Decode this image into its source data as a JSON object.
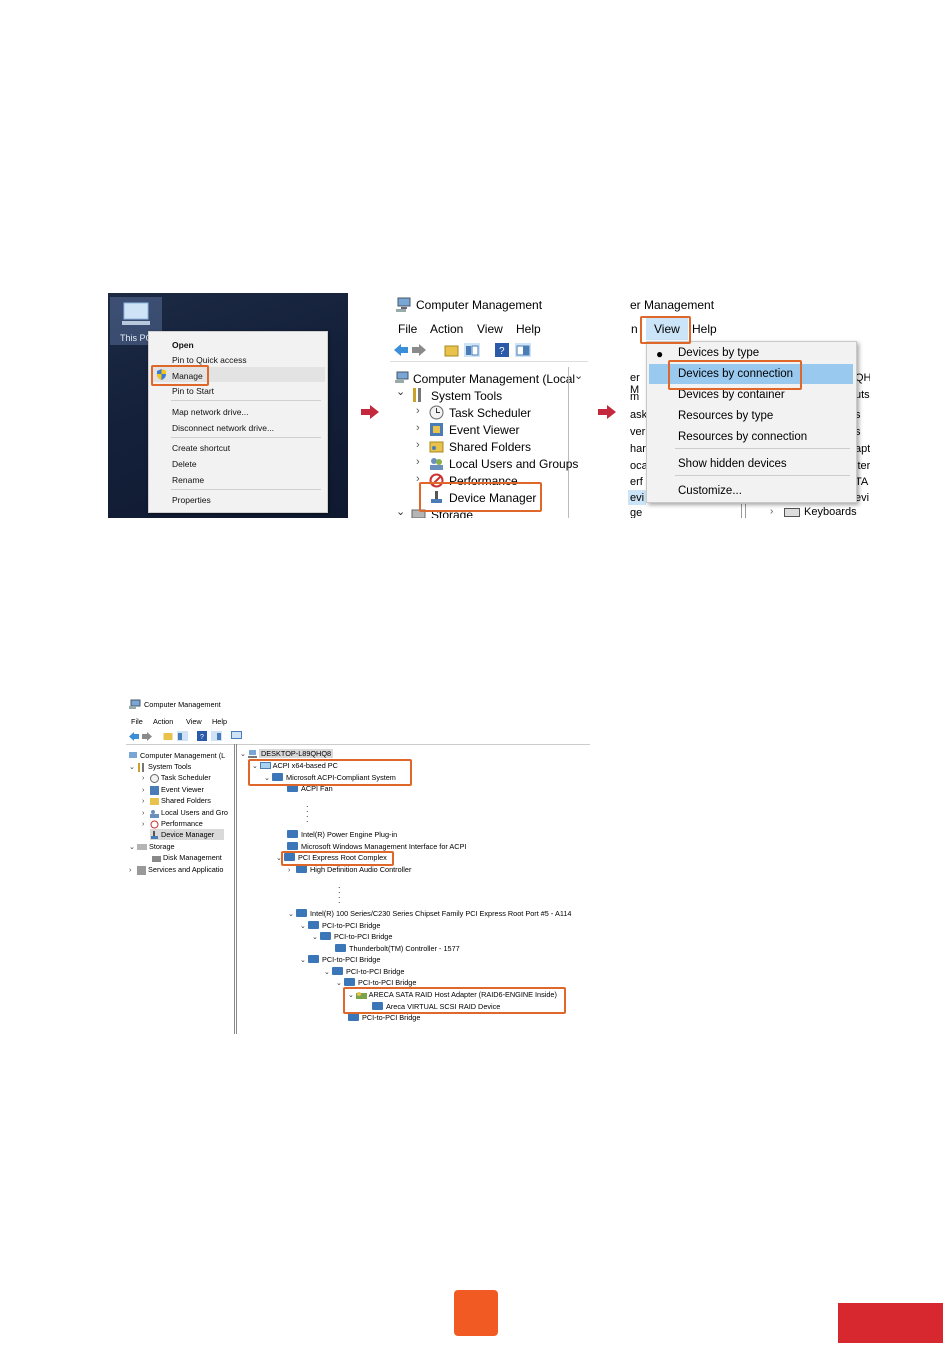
{
  "colors": {
    "highlight": "#e0672a",
    "arrow": "#c3283c",
    "orange_block": "#f15a22",
    "red_block": "#d7282f",
    "selection": "#99c9ef"
  },
  "panel1": {
    "pc_label": "This PC",
    "menu": {
      "items": [
        "Open",
        "Pin to Quick access",
        "Manage",
        "Pin to Start",
        "Map network drive...",
        "Disconnect network drive...",
        "Create shortcut",
        "Delete",
        "Rename",
        "Properties"
      ]
    }
  },
  "panel2": {
    "title": "Computer Management",
    "menubar": [
      "File",
      "Action",
      "View",
      "Help"
    ],
    "tree": {
      "root": "Computer Management (Local",
      "system_tools": "System Tools",
      "items": [
        "Task Scheduler",
        "Event Viewer",
        "Shared Folders",
        "Local Users and Groups",
        "Performance",
        "Device Manager"
      ],
      "storage": "Storage"
    }
  },
  "panel3": {
    "title": "er Management",
    "menubar": {
      "left": "n",
      "view": "View",
      "help": "Help"
    },
    "dropdown": [
      "Devices by type",
      "Devices by connection",
      "Devices by container",
      "Resources by type",
      "Resources by connection",
      "Show hidden devices",
      "Customize..."
    ],
    "behind_left": [
      "er M",
      "m",
      "ask",
      "ver",
      "har",
      "oca",
      "erf",
      "evi",
      "ge"
    ],
    "behind_right": [
      "QH",
      "uts",
      "s",
      "s",
      "apt",
      "iter",
      "TA",
      "evi"
    ],
    "keyboards": "Keyboards"
  },
  "panel4": {
    "title": "Computer Management",
    "menubar": [
      "File",
      "Action",
      "View",
      "Help"
    ],
    "left_tree": [
      "Computer Management (L",
      "System Tools",
      "Task Scheduler",
      "Event Viewer",
      "Shared Folders",
      "Local Users and Gro",
      "Performance",
      "Device Manager",
      "Storage",
      "Disk Management",
      "Services and Applicatio"
    ],
    "right_tree": {
      "desktop": "DESKTOP-L89QHQ8",
      "acpi_pc": "ACPI x64-based PC",
      "acpi_system": "Microsoft ACPI-Compliant System",
      "acpi_fan": "ACPI Fan",
      "power_engine": "Intel(R) Power Engine Plug-in",
      "wmi": "Microsoft Windows Management Interface for ACPI",
      "pci_root": "PCI Express Root Complex",
      "hd_audio": "High Definition Audio Controller",
      "root_port": "Intel(R) 100 Series/C230 Series Chipset Family PCI Express Root Port #5 - A114",
      "bridge1": "PCI-to-PCI Bridge",
      "bridge2": "PCI-to-PCI Bridge",
      "thunderbolt": "Thunderbolt(TM) Controller - 1577",
      "bridge3": "PCI-to-PCI Bridge",
      "bridge4": "PCI-to-PCI Bridge",
      "bridge5": "PCI-to-PCI Bridge",
      "areca_adapter": "ARECA SATA RAID Host Adapter (RAID6-ENGINE Inside)",
      "areca_device": "Areca VIRTUAL SCSI RAID Device",
      "bridge6": "PCI-to-PCI Bridge"
    }
  }
}
